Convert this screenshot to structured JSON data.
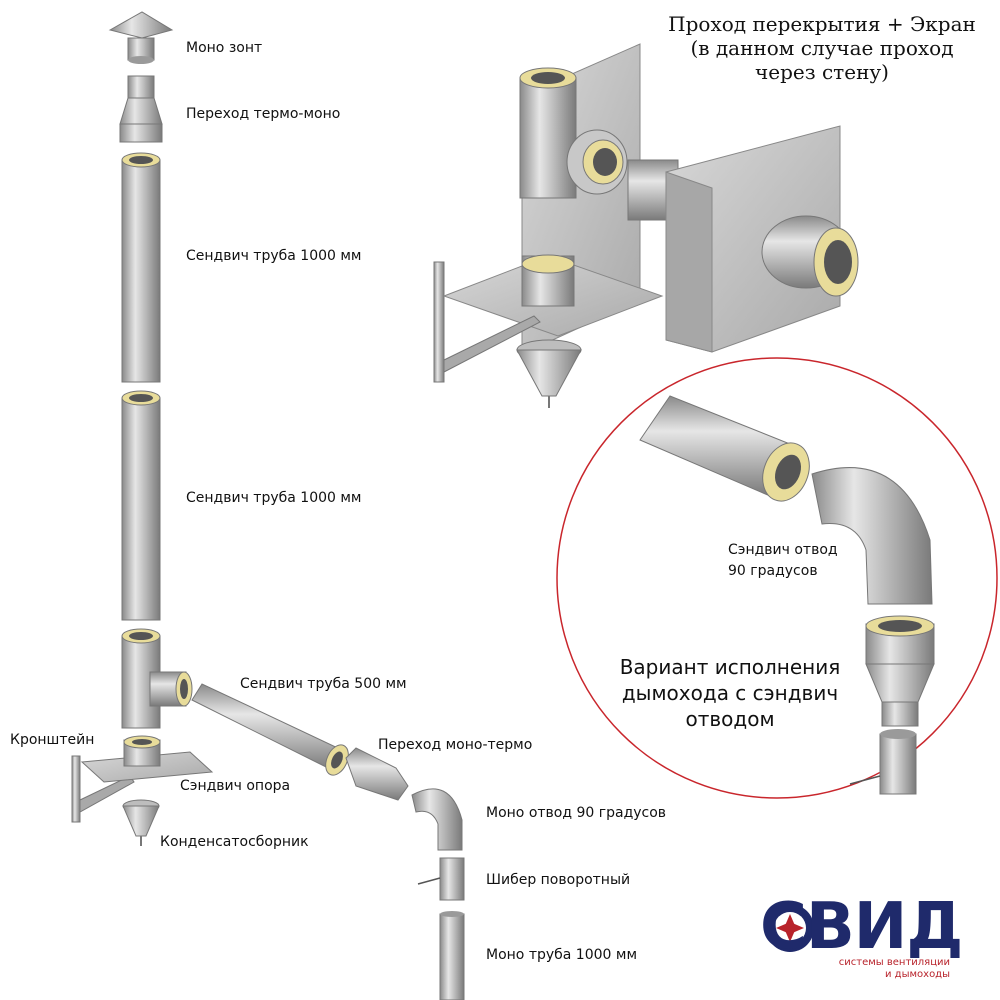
{
  "header": {
    "lines": [
      "Проход перекрытия + Экран",
      "(в данном случае проход",
      "через стену)"
    ]
  },
  "labels": {
    "mono_zont": "Моно зонт",
    "perehod_termo_mono": "Переход термо-моно",
    "sendvich_1000_a": "Сендвич труба 1000 мм",
    "sendvich_1000_b": "Сендвич труба 1000 мм",
    "sendvich_500": "Сендвич труба 500 мм",
    "kronshtein": "Кронштейн",
    "perehod_mono_termo": "Переход моно-термо",
    "sendvich_opora": "Сэндвич опора",
    "mono_otvod": "Моно отвод 90 градусов",
    "kondensat": "Конденсатосборник",
    "shiber": "Шибер поворотный",
    "mono_truba": "Моно труба 1000 мм",
    "sendvich_otvod_1": "Сэндвич отвод",
    "sendvich_otvod_2": "90 градусов"
  },
  "variant": {
    "lines": [
      "Вариант исполнения",
      "дымохода с сэндвич",
      "отводом"
    ]
  },
  "logo": {
    "word": "СВИД",
    "sub1": "системы вентиляции",
    "sub2": "и дымоходы"
  },
  "colors": {
    "steel_light": "#d9d9d9",
    "steel_dark": "#8a8a8a",
    "insulation": "#e8dc9a",
    "circle_border": "#c9262c",
    "logo_blue": "#1f2a6b",
    "logo_red": "#b8232b"
  }
}
